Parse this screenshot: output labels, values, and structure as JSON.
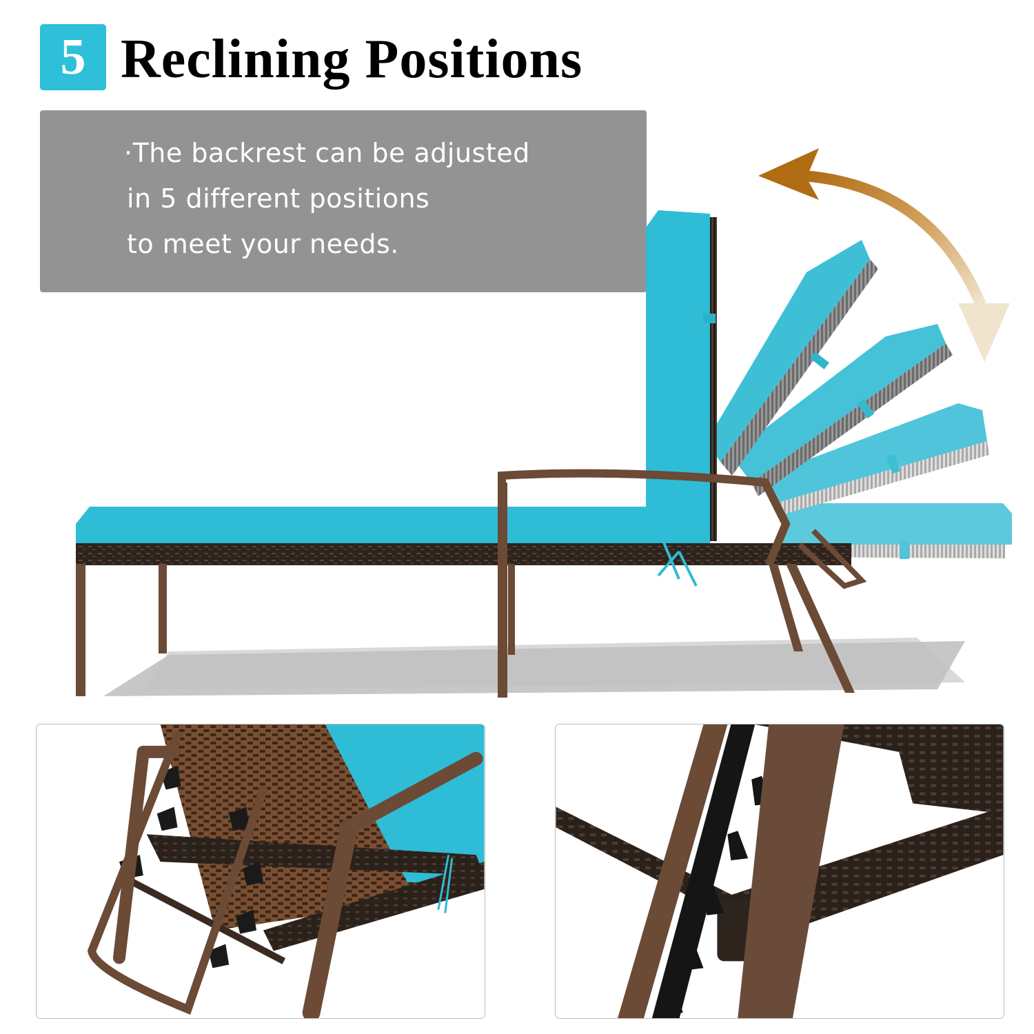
{
  "header": {
    "badge_number": "5",
    "title": "Reclining Positions"
  },
  "info_box": {
    "lines": [
      "·The backrest can be adjusted",
      "in 5 different positions",
      "to meet your needs."
    ]
  },
  "hero": {
    "description": "Side view of chaise lounge with backrest shown in 5 reclining positions",
    "positions_count": 5,
    "arrow_icon": "double-curved-arrow"
  },
  "details": [
    {
      "description": "Close-up of adjustable support bar and notched ratchet under backrest"
    },
    {
      "description": "Close-up of ratchet notches on frame leg and wicker corner"
    }
  ],
  "colors": {
    "badge": "#2ebfd9",
    "info_box": "#939393",
    "cushion": "#2ebfd9",
    "frame": "#6b4a36",
    "wicker": "#2e231d",
    "arrow_start": "#b06c12",
    "arrow_end": "#f2e8d6",
    "shadow": "#c7c7c7"
  }
}
